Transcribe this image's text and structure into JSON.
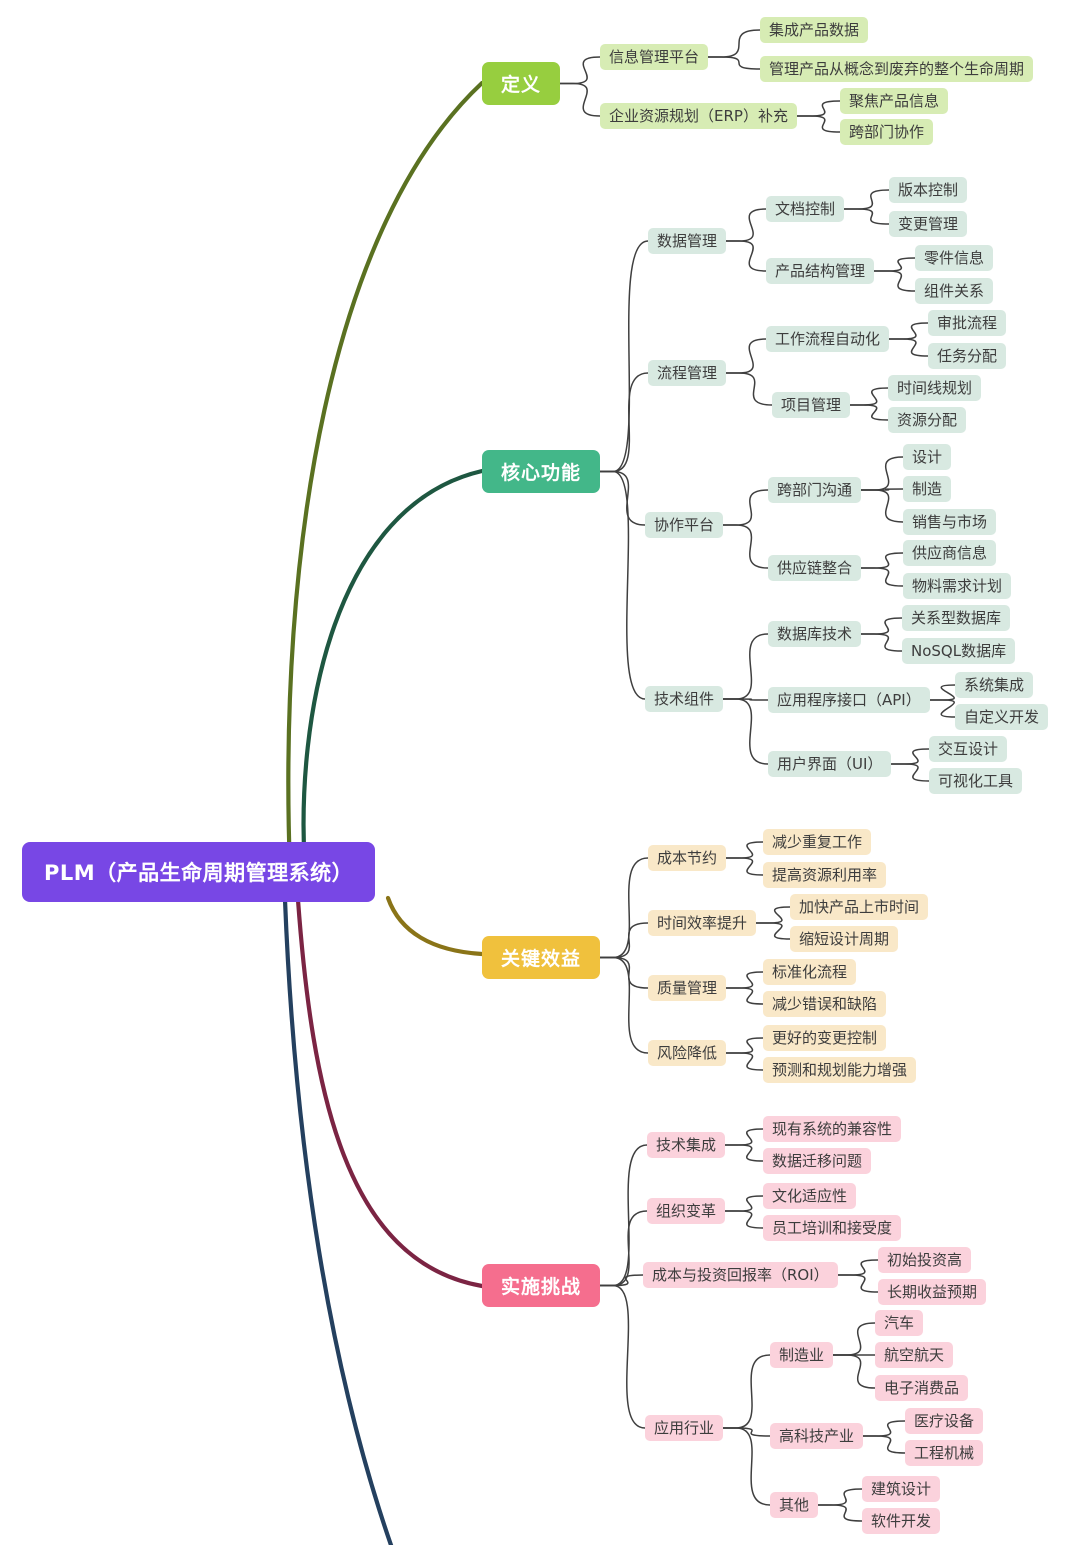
{
  "root": {
    "label": "PLM（产品生命周期管理系统）"
  },
  "branches": {
    "definition": {
      "label": "定义",
      "children": [
        {
          "label": "信息管理平台",
          "children": [
            {
              "label": "集成产品数据"
            },
            {
              "label": "管理产品从概念到废弃的整个生命周期"
            }
          ]
        },
        {
          "label": "企业资源规划（ERP）补充",
          "children": [
            {
              "label": "聚焦产品信息"
            },
            {
              "label": "跨部门协作"
            }
          ]
        }
      ]
    },
    "core": {
      "label": "核心功能",
      "children": [
        {
          "label": "数据管理",
          "children": [
            {
              "label": "文档控制",
              "children": [
                {
                  "label": "版本控制"
                },
                {
                  "label": "变更管理"
                }
              ]
            },
            {
              "label": "产品结构管理",
              "children": [
                {
                  "label": "零件信息"
                },
                {
                  "label": "组件关系"
                }
              ]
            }
          ]
        },
        {
          "label": "流程管理",
          "children": [
            {
              "label": "工作流程自动化",
              "children": [
                {
                  "label": "审批流程"
                },
                {
                  "label": "任务分配"
                }
              ]
            },
            {
              "label": "项目管理",
              "children": [
                {
                  "label": "时间线规划"
                },
                {
                  "label": "资源分配"
                }
              ]
            }
          ]
        },
        {
          "label": "协作平台",
          "children": [
            {
              "label": "跨部门沟通",
              "children": [
                {
                  "label": "设计"
                },
                {
                  "label": "制造"
                },
                {
                  "label": "销售与市场"
                }
              ]
            },
            {
              "label": "供应链整合",
              "children": [
                {
                  "label": "供应商信息"
                },
                {
                  "label": "物料需求计划"
                }
              ]
            }
          ]
        },
        {
          "label": "技术组件",
          "children": [
            {
              "label": "数据库技术",
              "children": [
                {
                  "label": "关系型数据库"
                },
                {
                  "label": "NoSQL数据库"
                }
              ]
            },
            {
              "label": "应用程序接口（API）",
              "children": [
                {
                  "label": "系统集成"
                },
                {
                  "label": "自定义开发"
                }
              ]
            },
            {
              "label": "用户界面（UI）",
              "children": [
                {
                  "label": "交互设计"
                },
                {
                  "label": "可视化工具"
                }
              ]
            }
          ]
        }
      ]
    },
    "benefits": {
      "label": "关键效益",
      "children": [
        {
          "label": "成本节约",
          "children": [
            {
              "label": "减少重复工作"
            },
            {
              "label": "提高资源利用率"
            }
          ]
        },
        {
          "label": "时间效率提升",
          "children": [
            {
              "label": "加快产品上市时间"
            },
            {
              "label": "缩短设计周期"
            }
          ]
        },
        {
          "label": "质量管理",
          "children": [
            {
              "label": "标准化流程"
            },
            {
              "label": "减少错误和缺陷"
            }
          ]
        },
        {
          "label": "风险降低",
          "children": [
            {
              "label": "更好的变更控制"
            },
            {
              "label": "预测和规划能力增强"
            }
          ]
        }
      ]
    },
    "challenges": {
      "label": "实施挑战",
      "children": [
        {
          "label": "技术集成",
          "children": [
            {
              "label": "现有系统的兼容性"
            },
            {
              "label": "数据迁移问题"
            }
          ]
        },
        {
          "label": "组织变革",
          "children": [
            {
              "label": "文化适应性"
            },
            {
              "label": "员工培训和接受度"
            }
          ]
        },
        {
          "label": "成本与投资回报率（ROI）",
          "children": [
            {
              "label": "初始投资高"
            },
            {
              "label": "长期收益预期"
            }
          ]
        },
        {
          "label": "应用行业",
          "children": [
            {
              "label": "制造业",
              "children": [
                {
                  "label": "汽车"
                },
                {
                  "label": "航空航天"
                },
                {
                  "label": "电子消费品"
                }
              ]
            },
            {
              "label": "高科技产业",
              "children": [
                {
                  "label": "医疗设备"
                },
                {
                  "label": "工程机械"
                }
              ]
            },
            {
              "label": "其他",
              "children": [
                {
                  "label": "建筑设计"
                },
                {
                  "label": "软件开发"
                }
              ]
            }
          ]
        }
      ]
    }
  },
  "colors": {
    "root_bg": "#7847E5",
    "root_text": "#FFFFFF",
    "definition": "#97CE3F",
    "definition_light": "#D7ECB4",
    "core": "#43B789",
    "core_light": "#D8E9E1",
    "benefits": "#F0C13D",
    "benefits_light": "#F9E8C8",
    "challenges": "#F56E8E",
    "challenges_light": "#FBD2DC",
    "curve_definition": "#5A7121",
    "curve_core": "#1E5741",
    "curve_benefits": "#8A7418",
    "curve_challenges": "#7B2443",
    "curve_extra": "#24405F",
    "edge": "#3F3F3F"
  }
}
